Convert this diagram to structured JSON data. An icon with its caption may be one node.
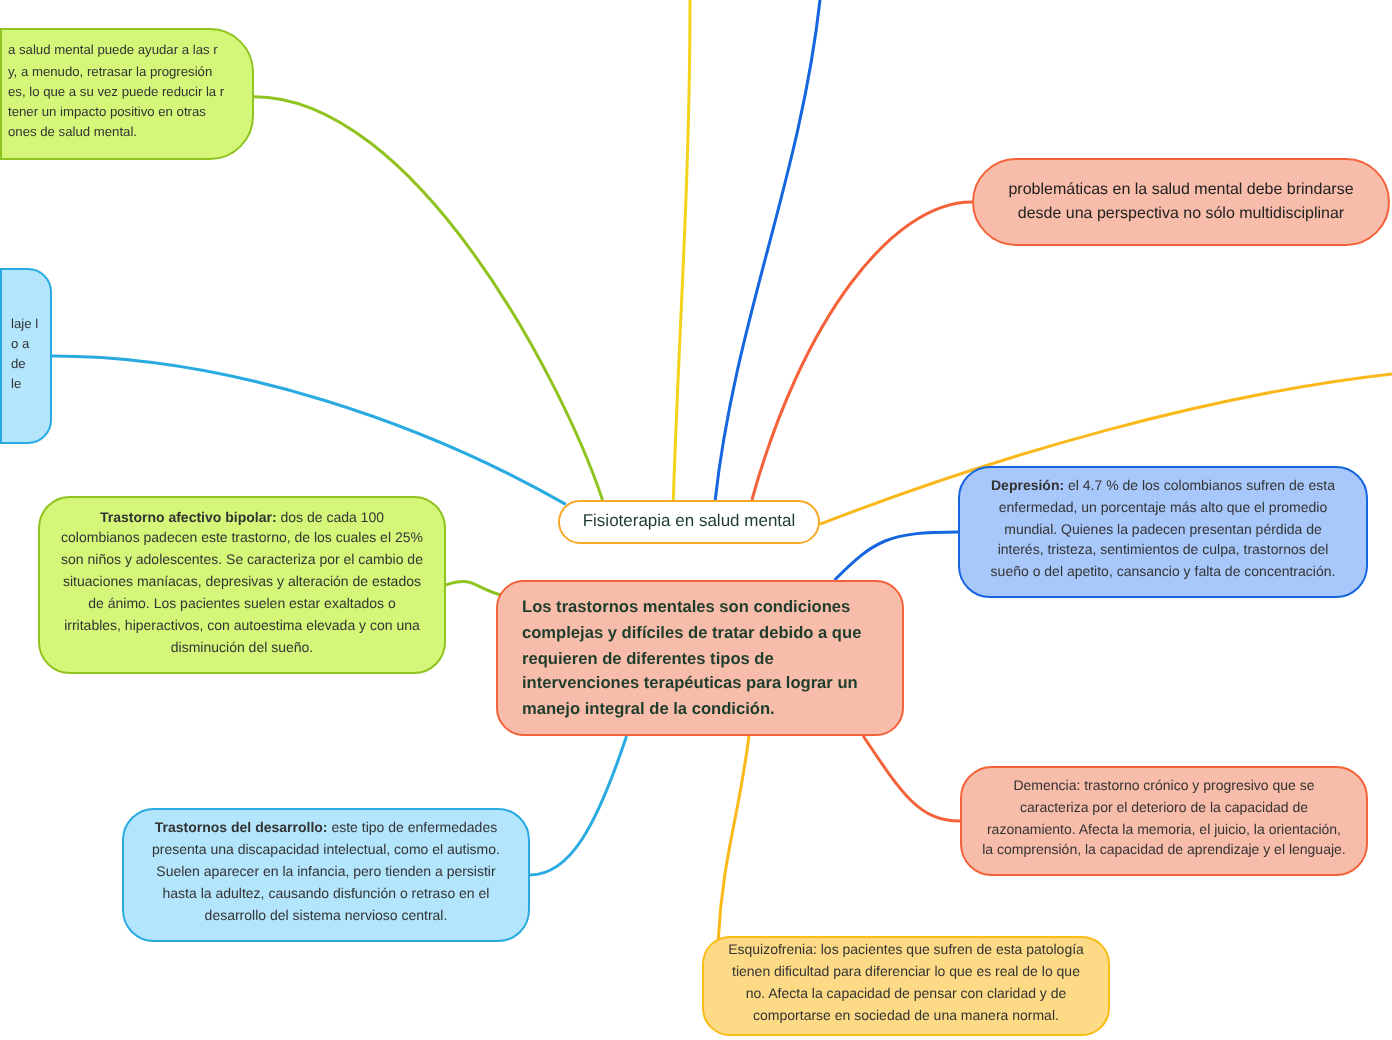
{
  "diagram": {
    "nodes": [
      {
        "text": [
          "a salud mental puede ayudar a las r y, a menudo, retrasar la progresión es, lo que a su vez puede reducir la r tener un impacto positivo en otras ones de salud mental."
        ]
      },
      {
        "text": [
          "laje l o a de le"
        ]
      },
      {
        "text": [
          "problemáticas en la salud mental debe brindarse desde una perspectiva no sólo multidisciplinar"
        ]
      },
      {
        "text": [
          "Fisioterapia en salud mental"
        ]
      },
      {
        "text": [
          "**Depresión:** el 4.7 % de los colombianos sufren de esta enfermedad, un porcentaje más alto que el promedio mundial. Quienes la padecen presentan pérdida de interés, tristeza, sentimientos de culpa, trastornos del sueño o del apetito, cansancio y falta de concentración."
        ]
      },
      {
        "text": [
          "**Trastorno afectivo bipolar:** dos de cada 100 colombianos padecen este trastorno, de los cuales el 25% son niños y adolescentes. Se caracteriza por el cambio de situaciones maníacas, depresivas y alteración de estados de ánimo. Los pacientes suelen estar exaltados o irritables, hiperactivos, con autoestima elevada y con una disminución del sueño."
        ]
      },
      {
        "text": [
          "Los trastornos mentales son condiciones complejas y difíciles de tratar debido a que requieren de diferentes tipos de intervenciones terapéuticas para lograr un manejo integral de la condición."
        ]
      },
      {
        "text": [
          "**Trastornos del desarrollo:** este tipo de enfermedades presenta una discapacidad intelectual, como el autismo. Suelen aparecer en la infancia, pero tienden a persistir hasta la adultez, causando disfunción o retraso en el desarrollo del sistema nervioso central."
        ]
      },
      {
        "text": [
          "Demencia: trastorno crónico y progresivo que se caracteriza por el deterioro de la capacidad de razonamiento. Afecta la memoria, el juicio, la orientación, la comprensión, la capacidad de aprendizaje y el lenguaje."
        ]
      },
      {
        "text": [
          "Esquizofrenia: los pacientes que sufren de esta patología tienen dificultad para diferenciar lo que es real de lo que no. Afecta la capacidad de pensar con claridad y de comportarse en sociedad de una manera normal."
        ]
      }
    ],
    "edges": [
      {
        "from": 3,
        "to": 0,
        "arrow": "none",
        "color": "#8fc31f"
      },
      {
        "from": 3,
        "to": 1,
        "arrow": "none",
        "color": "#29abe2"
      },
      {
        "from": 3,
        "to": null,
        "arrow": "none",
        "color": "#f2d21b"
      },
      {
        "from": 3,
        "to": null,
        "arrow": "none",
        "color": "#1565e0"
      },
      {
        "from": 3,
        "to": 2,
        "arrow": "none",
        "color": "#f4623a"
      },
      {
        "from": 3,
        "to": null,
        "arrow": "none",
        "color": "#fbb81b"
      },
      {
        "from": 6,
        "to": 5,
        "arrow": "none",
        "color": "#8fc31f"
      },
      {
        "from": 6,
        "to": 4,
        "arrow": "none",
        "color": "#1565e0"
      },
      {
        "from": 6,
        "to": 7,
        "arrow": "none",
        "color": "#29abe2"
      },
      {
        "from": 6,
        "to": 9,
        "arrow": "none",
        "color": "#fbb81b"
      },
      {
        "from": 6,
        "to": 8,
        "arrow": "none",
        "color": "#f4623a"
      }
    ]
  }
}
